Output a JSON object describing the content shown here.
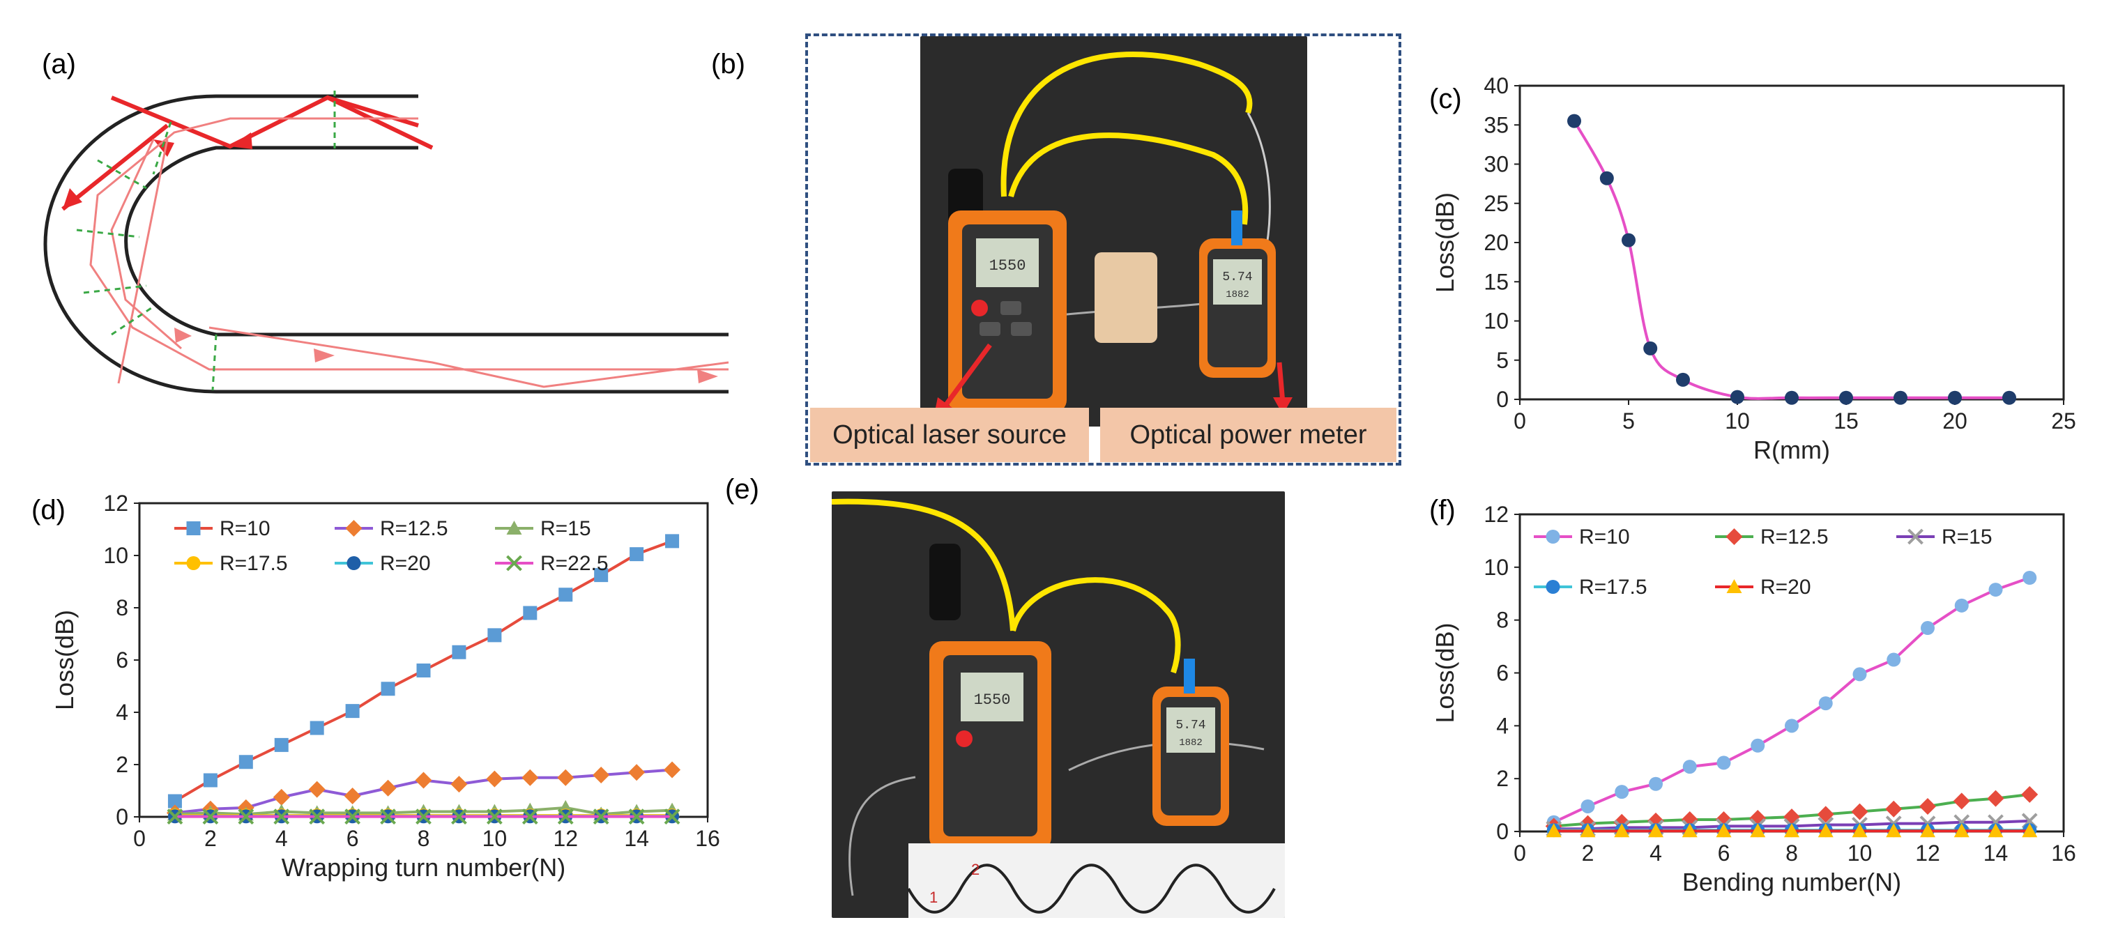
{
  "panels": {
    "a": {
      "label": "(a)"
    },
    "b": {
      "label": "(b)",
      "callout_left": "Optical laser source",
      "callout_right": "Optical power meter"
    },
    "c": {
      "label": "(c)"
    },
    "d": {
      "label": "(d)"
    },
    "e": {
      "label": "(e)",
      "marks": [
        "1",
        "2"
      ]
    },
    "f": {
      "label": "(f)"
    }
  },
  "device_display": {
    "laser": "1550",
    "meter_top": "5.74",
    "meter_bottom": "1882"
  },
  "colors": {
    "pink_line": "#e64fc6",
    "dark_point": "#1f3d6b",
    "photo_bg": "#2b2b2b",
    "orange_device": "#f07a1a",
    "fiber_yellow": "#ffe600"
  },
  "chart_data": [
    {
      "id": "c",
      "type": "line",
      "xlabel": "R(mm)",
      "ylabel": "Loss(dB)",
      "xlim": [
        0,
        25
      ],
      "ylim": [
        0,
        40
      ],
      "xticks": [
        "0",
        "5",
        "10",
        "15",
        "20",
        "25"
      ],
      "yticks": [
        "0",
        "5",
        "10",
        "15",
        "20",
        "25",
        "30",
        "35",
        "40"
      ],
      "series": [
        {
          "x": [
            2.5,
            4,
            5,
            6,
            7.5,
            10,
            12.5,
            15,
            17.5,
            20,
            22.5
          ],
          "values": [
            35.5,
            28.2,
            20.3,
            6.5,
            2.5,
            0.3,
            0.2,
            0.2,
            0.2,
            0.2,
            0.2
          ],
          "color": "#e64fc6",
          "marker": "circle",
          "marker_color": "#1f3d6b"
        }
      ]
    },
    {
      "id": "d",
      "type": "line",
      "xlabel": "Wrapping turn number(N)",
      "ylabel": "Loss(dB)",
      "xlim": [
        0,
        16
      ],
      "ylim": [
        0,
        12
      ],
      "xticks": [
        "0",
        "2",
        "4",
        "6",
        "8",
        "10",
        "12",
        "14",
        "16"
      ],
      "yticks": [
        "0",
        "2",
        "4",
        "6",
        "8",
        "10",
        "12"
      ],
      "x": [
        1,
        2,
        3,
        4,
        5,
        6,
        7,
        8,
        9,
        10,
        11,
        12,
        13,
        14,
        15
      ],
      "legend_position": "top",
      "series": [
        {
          "name": "R=10",
          "color": "#e64b3c",
          "marker": "square",
          "marker_color": "#5b9bd5",
          "values": [
            0.6,
            1.4,
            2.1,
            2.75,
            3.4,
            4.05,
            4.9,
            5.6,
            6.3,
            6.95,
            7.8,
            8.5,
            9.25,
            10.05,
            10.55
          ]
        },
        {
          "name": "R=12.5",
          "color": "#8e5ad6",
          "marker": "diamond",
          "marker_color": "#ed7d31",
          "values": [
            0.15,
            0.3,
            0.35,
            0.75,
            1.05,
            0.8,
            1.1,
            1.4,
            1.25,
            1.45,
            1.5,
            1.5,
            1.6,
            1.7,
            1.8
          ]
        },
        {
          "name": "R=15",
          "color": "#8bb06a",
          "marker": "triangle",
          "marker_color": "#8bb06a",
          "values": [
            0.1,
            0.15,
            0.1,
            0.2,
            0.15,
            0.15,
            0.15,
            0.2,
            0.2,
            0.2,
            0.25,
            0.35,
            0.1,
            0.2,
            0.25
          ]
        },
        {
          "name": "R=17.5",
          "color": "#ffc000",
          "marker": "circle",
          "marker_color": "#ffc000",
          "values": [
            0.05,
            0.05,
            0.05,
            0.05,
            0.05,
            0.05,
            0.05,
            0.05,
            0.05,
            0.05,
            0.05,
            0.05,
            0.05,
            0.05,
            0.05
          ]
        },
        {
          "name": "R=20",
          "color": "#40c4d8",
          "marker": "circle",
          "marker_color": "#1f5fa8",
          "values": [
            0.02,
            0.02,
            0.02,
            0.02,
            0.02,
            0.02,
            0.02,
            0.02,
            0.02,
            0.02,
            0.02,
            0.02,
            0.02,
            0.02,
            0.02
          ]
        },
        {
          "name": "R=22.5",
          "color": "#e64fc6",
          "marker": "x",
          "marker_color": "#6aa84f",
          "values": [
            0.01,
            0.01,
            0.01,
            0.01,
            0.01,
            0.01,
            0.01,
            0.01,
            0.01,
            0.01,
            0.01,
            0.01,
            0.01,
            0.01,
            0.01
          ]
        }
      ]
    },
    {
      "id": "f",
      "type": "line",
      "xlabel": "Bending number(N)",
      "ylabel": "Loss(dB)",
      "xlim": [
        0,
        16
      ],
      "ylim": [
        0,
        12
      ],
      "xticks": [
        "0",
        "2",
        "4",
        "6",
        "8",
        "10",
        "12",
        "14",
        "16"
      ],
      "yticks": [
        "0",
        "2",
        "4",
        "6",
        "8",
        "10",
        "12"
      ],
      "x": [
        1,
        2,
        3,
        4,
        5,
        6,
        7,
        8,
        9,
        10,
        11,
        12,
        13,
        14,
        15
      ],
      "legend_position": "top",
      "series": [
        {
          "name": "R=10",
          "color": "#e64fc6",
          "marker": "circle",
          "marker_color": "#7fb2e5",
          "values": [
            0.35,
            0.95,
            1.5,
            1.8,
            2.45,
            2.6,
            3.25,
            4.0,
            4.85,
            5.95,
            6.5,
            7.7,
            8.55,
            9.15,
            9.6
          ]
        },
        {
          "name": "R=12.5",
          "color": "#4caf50",
          "marker": "diamond",
          "marker_color": "#e64b3c",
          "values": [
            0.2,
            0.3,
            0.35,
            0.4,
            0.45,
            0.45,
            0.5,
            0.55,
            0.65,
            0.75,
            0.85,
            0.95,
            1.15,
            1.25,
            1.4
          ]
        },
        {
          "name": "R=15",
          "color": "#7a3fb5",
          "marker": "x",
          "marker_color": "#9e9e9e",
          "values": [
            0.1,
            0.1,
            0.15,
            0.15,
            0.15,
            0.2,
            0.2,
            0.2,
            0.25,
            0.25,
            0.3,
            0.3,
            0.35,
            0.35,
            0.4
          ]
        },
        {
          "name": "R=17.5",
          "color": "#40c4d8",
          "marker": "circle",
          "marker_color": "#2a7fd4",
          "values": [
            0.05,
            0.05,
            0.05,
            0.05,
            0.05,
            0.05,
            0.05,
            0.05,
            0.05,
            0.05,
            0.05,
            0.05,
            0.05,
            0.05,
            0.05
          ]
        },
        {
          "name": "R=20",
          "color": "#e8272a",
          "marker": "triangle",
          "marker_color": "#ffc000",
          "values": [
            0.02,
            0.02,
            0.02,
            0.02,
            0.02,
            0.02,
            0.02,
            0.02,
            0.02,
            0.02,
            0.02,
            0.02,
            0.02,
            0.02,
            0.02
          ]
        }
      ]
    }
  ]
}
